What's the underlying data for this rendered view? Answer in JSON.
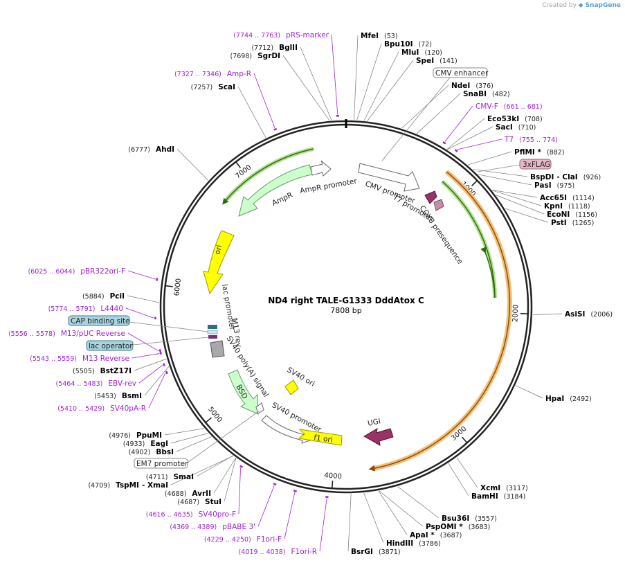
{
  "credit": {
    "prefix": "Created by",
    "brand": "SnapGene",
    "icon": "snapgene-logo-icon"
  },
  "plasmid": {
    "name": "ND4 right TALE-G1333 DddAtox C",
    "length_label": "7808 bp",
    "length": 7808
  },
  "ticks": [
    {
      "label": "1000",
      "pos": 1000
    },
    {
      "label": "2000",
      "pos": 2000
    },
    {
      "label": "3000",
      "pos": 3000
    },
    {
      "label": "4000",
      "pos": 4000
    },
    {
      "label": "5000",
      "pos": 5000
    },
    {
      "label": "6000",
      "pos": 6000
    },
    {
      "label": "7000",
      "pos": 7000
    }
  ],
  "enzymes": [
    {
      "name": "MfeI",
      "pos_label": "(53)",
      "pos": 53
    },
    {
      "name": "Bpu10I",
      "pos_label": "(72)",
      "pos": 72
    },
    {
      "name": "MluI",
      "pos_label": "(120)",
      "pos": 120
    },
    {
      "name": "SpeI",
      "pos_label": "(141)",
      "pos": 141
    },
    {
      "name": "NdeI",
      "pos_label": "(376)",
      "pos": 376
    },
    {
      "name": "SnaBI",
      "pos_label": "(482)",
      "pos": 482
    },
    {
      "name": "Eco53kI",
      "pos_label": "(708)",
      "pos": 708
    },
    {
      "name": "SacI",
      "pos_label": "(710)",
      "pos": 710
    },
    {
      "name": "PflMI *",
      "pos_label": "(882)",
      "pos": 882
    },
    {
      "name": "BspDI",
      "name2": "- ClaI",
      "pos_label": "(926)",
      "pos": 926
    },
    {
      "name": "PasI",
      "pos_label": "(975)",
      "pos": 975
    },
    {
      "name": "Acc65I",
      "pos_label": "(1114)",
      "pos": 1114
    },
    {
      "name": "KpnI",
      "pos_label": "(1118)",
      "pos": 1118
    },
    {
      "name": "EcoNI",
      "pos_label": "(1156)",
      "pos": 1156
    },
    {
      "name": "PstI",
      "pos_label": "(1265)",
      "pos": 1265
    },
    {
      "name": "AsiSI",
      "pos_label": "(2006)",
      "pos": 2006
    },
    {
      "name": "HpaI",
      "pos_label": "(2492)",
      "pos": 2492
    },
    {
      "name": "XcmI",
      "pos_label": "(3117)",
      "pos": 3117
    },
    {
      "name": "BamHI",
      "pos_label": "(3184)",
      "pos": 3184
    },
    {
      "name": "Bsu36I",
      "pos_label": "(3557)",
      "pos": 3557
    },
    {
      "name": "PspOMI *",
      "pos_label": "(3683)",
      "pos": 3683
    },
    {
      "name": "ApaI *",
      "pos_label": "(3687)",
      "pos": 3687
    },
    {
      "name": "HindIII",
      "pos_label": "(3786)",
      "pos": 3786
    },
    {
      "name": "BsrGI",
      "pos_label": "(3871)",
      "pos": 3871
    },
    {
      "name": "StuI",
      "pos_label": "(4687)",
      "pos": 4687
    },
    {
      "name": "AvrII",
      "pos_label": "(4688)",
      "pos": 4688
    },
    {
      "name": "TspMI",
      "name2": "- XmaI",
      "pos_label": "(4709)",
      "pos": 4709
    },
    {
      "name": "SmaI",
      "pos_label": "(4711)",
      "pos": 4711
    },
    {
      "name": "BbsI",
      "pos_label": "(4902)",
      "pos": 4902
    },
    {
      "name": "EagI",
      "pos_label": "(4933)",
      "pos": 4933
    },
    {
      "name": "PpuMI",
      "pos_label": "(4976)",
      "pos": 4976
    },
    {
      "name": "BsmI",
      "pos_label": "(5453)",
      "pos": 5453
    },
    {
      "name": "BstZ17I",
      "pos_label": "(5505)",
      "pos": 5505
    },
    {
      "name": "PciI",
      "pos_label": "(5884)",
      "pos": 5884
    },
    {
      "name": "AhdI",
      "pos_label": "(6777)",
      "pos": 6777
    },
    {
      "name": "ScaI",
      "pos_label": "(7257)",
      "pos": 7257
    },
    {
      "name": "SgrDI",
      "pos_label": "(7698)",
      "pos": 7698
    },
    {
      "name": "BglII",
      "pos_label": "(7712)",
      "pos": 7712
    }
  ],
  "primers": [
    {
      "name": "pRS-marker",
      "range": "(7744 .. 7763)",
      "start": 7744,
      "end": 7763
    },
    {
      "name": "Amp-R",
      "range": "(7327 .. 7346)",
      "start": 7327,
      "end": 7346
    },
    {
      "name": "CMV-F",
      "range": "(661 .. 681)",
      "start": 661,
      "end": 681
    },
    {
      "name": "T7",
      "range": "(755 .. 774)",
      "start": 755,
      "end": 774
    },
    {
      "name": "pBR322ori-F",
      "range": "(6025 .. 6044)",
      "start": 6025,
      "end": 6044
    },
    {
      "name": "L4440",
      "range": "(5774 .. 5791)",
      "start": 5774,
      "end": 5791
    },
    {
      "name": "M13/pUC Reverse",
      "range": "(5556 .. 5578)",
      "start": 5556,
      "end": 5578
    },
    {
      "name": "M13 Reverse",
      "range": "(5543 .. 5559)",
      "start": 5543,
      "end": 5559
    },
    {
      "name": "EBV-rev",
      "range": "(5464 .. 5483)",
      "start": 5464,
      "end": 5483
    },
    {
      "name": "SV40pA-R",
      "range": "(5410 .. 5429)",
      "start": 5410,
      "end": 5429
    },
    {
      "name": "SV40pro-F",
      "range": "(4616 .. 4635)",
      "start": 4616,
      "end": 4635
    },
    {
      "name": "pBABE 3'",
      "range": "(4369 .. 4389)",
      "start": 4369,
      "end": 4389
    },
    {
      "name": "F1ori-F",
      "range": "(4229 .. 4250)",
      "start": 4229,
      "end": 4250
    },
    {
      "name": "F1ori-R",
      "range": "(4019 .. 4038)",
      "start": 4019,
      "end": 4038
    }
  ],
  "feature_callouts": [
    {
      "name": "CMV enhancer",
      "style": "white"
    },
    {
      "name": "3xFLAG",
      "style": "pink"
    },
    {
      "name": "CAP binding site",
      "style": "teal"
    },
    {
      "name": "lac operator",
      "style": "teal"
    },
    {
      "name": "EM7 promoter",
      "style": "white"
    }
  ],
  "features": [
    {
      "name": "CMV promoter",
      "color": "#ffffff"
    },
    {
      "name": "T7 promoter",
      "color": "#ffffff"
    },
    {
      "name": "COX8 presequence",
      "color": "#c98ca7"
    },
    {
      "name": "AmpR promoter",
      "color": "#ffffff"
    },
    {
      "name": "AmpR",
      "color": "#ccffcc"
    },
    {
      "name": "ori",
      "color": "#ffff00"
    },
    {
      "name": "lac promoter",
      "color": "#ffffff"
    },
    {
      "name": "M13 rev",
      "color": "#ffffff"
    },
    {
      "name": "SV40 poly(A) signal",
      "color": "#a8a8a8"
    },
    {
      "name": "BSD",
      "color": "#ccffcc"
    },
    {
      "name": "SV40 promoter",
      "color": "#ffffff"
    },
    {
      "name": "SV40 ori",
      "color": "#ffff00"
    },
    {
      "name": "f1 ori",
      "color": "#ffff00"
    },
    {
      "name": "UGI",
      "color": "#993366"
    }
  ],
  "colors": {
    "primer": "#a020d8",
    "backbone": "#222222",
    "orange_band": "#f4b860",
    "green_arrow": "#4a9a1a"
  }
}
